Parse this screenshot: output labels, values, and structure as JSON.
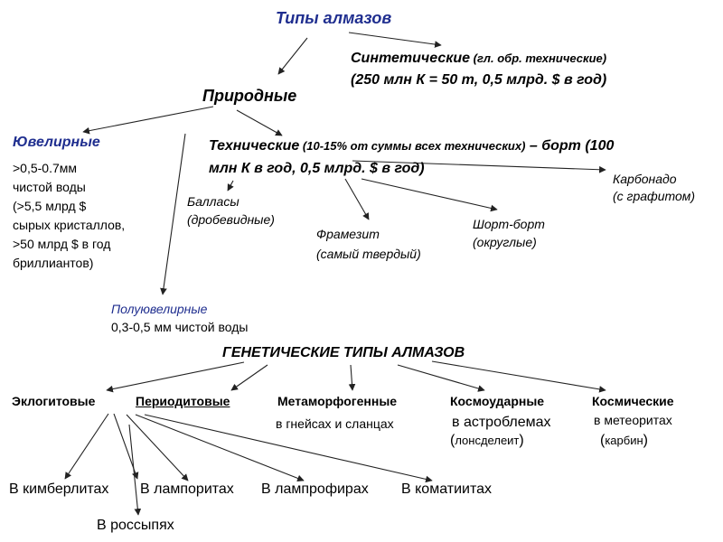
{
  "title": "Типы алмазов",
  "synthetic": {
    "label": "Синтетические",
    "note": " (гл. обр. технические)",
    "line2": "(250 млн К = 50 т, 0,5 млрд. $ в год)"
  },
  "natural": "Природные",
  "jewelry": {
    "label": "Ювелирные",
    "lines": [
      ">0,5-0.7мм",
      "чистой воды",
      "(>5,5 млрд $",
      "сырых кристаллов,",
      ">50 млрд $ в год",
      "бриллиантов)"
    ]
  },
  "technical": {
    "label": "Технические",
    "note": " (10-15% от суммы всех технических)",
    "tail": " – борт (100",
    "line2": "млн К в год, 0,5 млрд. $ в год)"
  },
  "carbonado": {
    "line1": "Карбонадо",
    "line2": "(с графитом)"
  },
  "ballas": {
    "line1": "Балласы",
    "line2": "(дробевидные)"
  },
  "framesite": {
    "line1": "Фрамезит",
    "line2": "(самый твердый)"
  },
  "shortbort": {
    "line1": "Шорт-борт",
    "line2": "(округлые)"
  },
  "semijewel": {
    "label": "Полуювелирные",
    "line2": "0,3-0,5 мм чистой воды"
  },
  "genetic_title": "ГЕНЕТИЧЕСКИЕ ТИПЫ АЛМАЗОВ",
  "genetic": {
    "eclogite": "Эклогитовые",
    "peridotite": "Периодитовые",
    "metamorphic": "Метаморфогенные",
    "metamorphic_note": "в гнейсах и сланцах",
    "cosmoimpact": "Космоударные",
    "cosmoimpact_note": "в астроблемах",
    "cosmoimpact_paren_open": "(",
    "cosmoimpact_mineral": "лонсделеит",
    "cosmoimpact_paren_close": ")",
    "cosmic": "Космические",
    "cosmic_note": "в метеоритах",
    "cosmic_paren_open": "(",
    "cosmic_mineral": "карбин",
    "cosmic_paren_close": ")"
  },
  "hosts": {
    "kimberlites": "В кимберлитах",
    "lamproites": "В лампоритах",
    "lamprophyres": "В лампрофирах",
    "komatiites": "В коматиитах",
    "placers": "В россыпях"
  },
  "colors": {
    "accent": "#1f2e8f",
    "text": "#000000"
  }
}
